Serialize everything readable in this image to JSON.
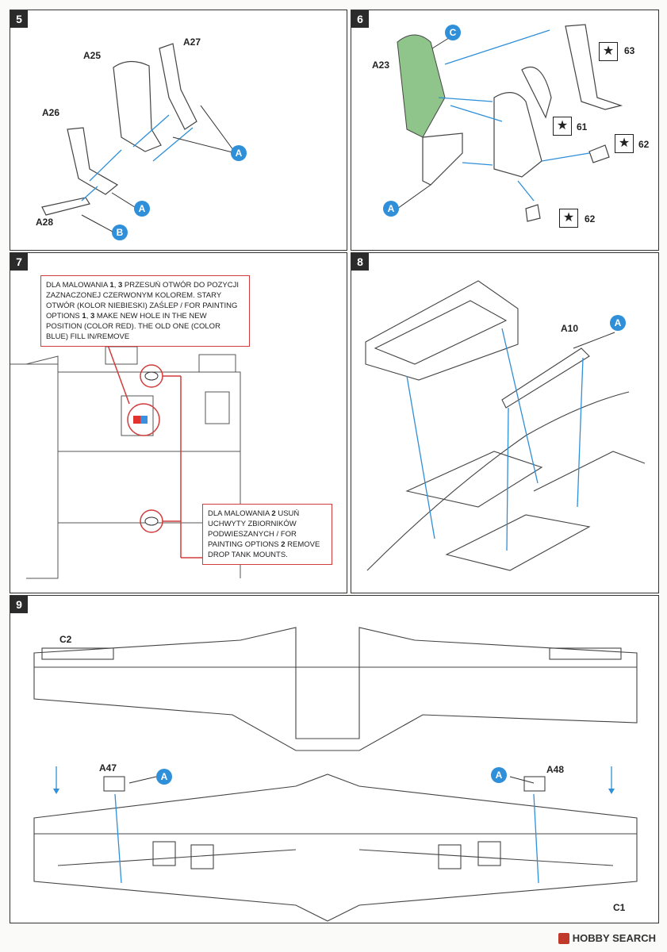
{
  "steps": {
    "s5": {
      "num": "5",
      "labels": {
        "a25": "A25",
        "a27": "A27",
        "a26": "A26",
        "a28": "A28"
      },
      "badges": {
        "a1": "A",
        "a2": "A",
        "b": "B"
      }
    },
    "s6": {
      "num": "6",
      "labels": {
        "a23": "A23"
      },
      "badges": {
        "c": "C",
        "a": "A"
      },
      "stars": {
        "n63": "63",
        "n61": "61",
        "n62a": "62",
        "n62b": "62"
      }
    },
    "s7": {
      "num": "7",
      "note1": {
        "p1": "DLA MALOWANIA ",
        "b1": "1",
        "p2": ", ",
        "b2": "3",
        "p3": " PRZESUŃ OTWÓR DO POZYCJI ZAZNACZONEJ CZERWONYM KOLOREM. STARY OTWÓR (KOLOR NIEBIESKI) ZAŚLEP / FOR PAINTING OPTIONS ",
        "b3": "1",
        "p4": ", ",
        "b4": "3",
        "p5": " MAKE NEW HOLE IN THE NEW POSITION (COLOR RED). THE OLD ONE (COLOR BLUE) FILL IN/REMOVE"
      },
      "note2": {
        "p1": "DLA MALOWANIA ",
        "b1": "2",
        "p2": " USUŃ UCHWYTY ZBIORNIKÓW PODWIESZANYCH / FOR PAINTING OPTIONS ",
        "b2": "2",
        "p3": " REMOVE DROP TANK MOUNTS."
      }
    },
    "s8": {
      "num": "8",
      "labels": {
        "a10": "A10"
      },
      "badges": {
        "a": "A"
      }
    },
    "s9": {
      "num": "9",
      "labels": {
        "c2": "C2",
        "a47": "A47",
        "a48": "A48",
        "c1": "C1"
      },
      "badges": {
        "a1": "A",
        "a2": "A"
      }
    }
  },
  "footer": {
    "logo_text": "HOBBY SEARCH"
  },
  "colors": {
    "accent_blue": "#2f8fd8",
    "note_red": "#d23b3b",
    "part_green": "#8fc48a"
  }
}
